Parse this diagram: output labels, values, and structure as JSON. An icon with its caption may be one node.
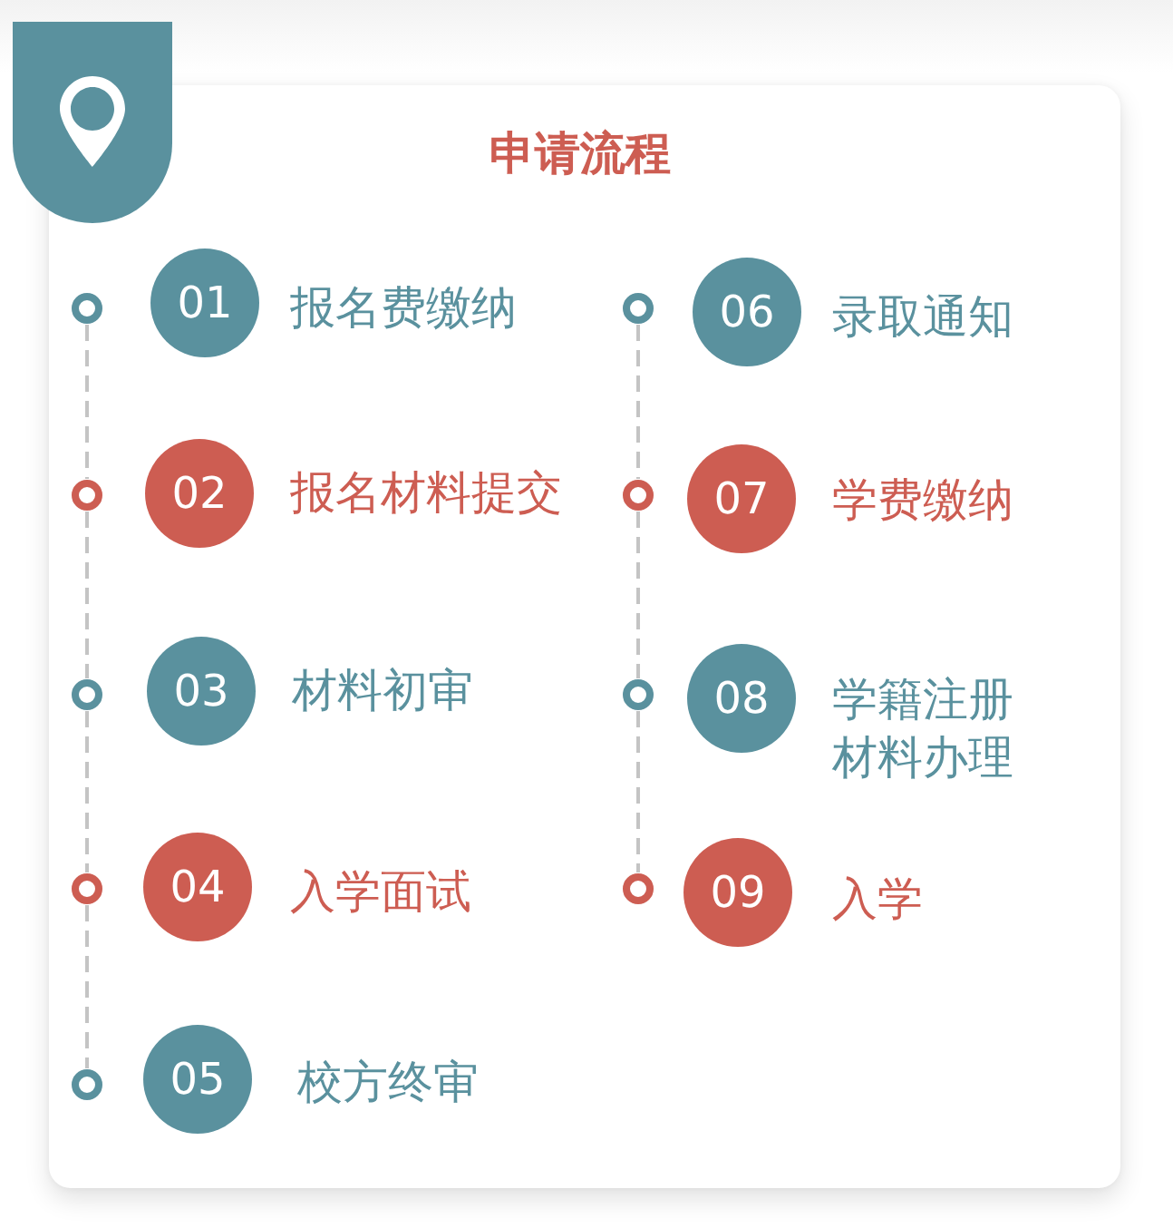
{
  "diagram": {
    "title": "申请流程",
    "nodes": [
      {
        "text": [],
        "shape": "circle"
      },
      {
        "text": [
          "01"
        ],
        "beside": [
          "报名费缴纳"
        ]
      },
      {
        "text": [],
        "shape": "circle"
      },
      {
        "text": [
          "02"
        ],
        "beside": [
          "报名材料提交"
        ]
      },
      {
        "text": [],
        "shape": "circle"
      },
      {
        "text": [
          "03"
        ],
        "beside": [
          "材料初审"
        ]
      },
      {
        "text": [],
        "shape": "circle"
      },
      {
        "text": [
          "04"
        ],
        "beside": [
          "入学面试"
        ]
      },
      {
        "text": [],
        "shape": "circle"
      },
      {
        "text": [
          "05"
        ],
        "beside": [
          "校方终审"
        ]
      },
      {
        "text": [],
        "shape": "circle"
      },
      {
        "text": [
          "06"
        ],
        "beside": [
          "录取通知"
        ]
      },
      {
        "text": [],
        "shape": "circle"
      },
      {
        "text": [
          "07"
        ],
        "beside": [
          "学费缴纳"
        ]
      },
      {
        "text": [],
        "shape": "circle"
      },
      {
        "text": [
          "08"
        ],
        "beside": [
          "学籍注册材料办理"
        ]
      },
      {
        "text": [],
        "shape": "circle"
      },
      {
        "text": [
          "09"
        ],
        "beside": [
          "入学"
        ]
      }
    ],
    "edges": [
      {
        "from": 0,
        "to": 2,
        "arrow": "none",
        "style": "dashed"
      },
      {
        "from": 2,
        "to": 4,
        "arrow": "none",
        "style": "dashed"
      },
      {
        "from": 4,
        "to": 6,
        "arrow": "none",
        "style": "dashed"
      },
      {
        "from": 6,
        "to": 8,
        "arrow": "none",
        "style": "dashed"
      },
      {
        "from": 10,
        "to": 12,
        "arrow": "none",
        "style": "dashed"
      },
      {
        "from": 12,
        "to": 14,
        "arrow": "none",
        "style": "dashed"
      },
      {
        "from": 14,
        "to": 16,
        "arrow": "none",
        "style": "dashed"
      }
    ]
  }
}
